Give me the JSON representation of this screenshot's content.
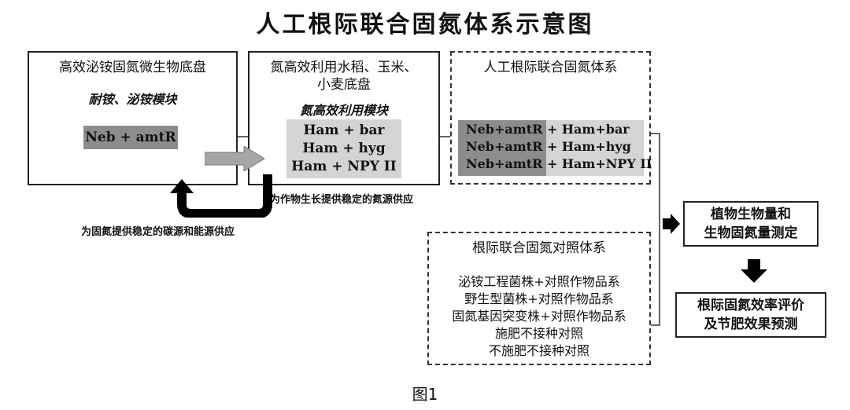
{
  "title": "人工根际联合固氮体系示意图",
  "box1": {
    "title": "高效泌铵固氮微生物底盘",
    "module": "耐铵、泌铵模块",
    "chip": "Neb + amtR"
  },
  "box2": {
    "title_lines": [
      "氮高效利用水稻、玉米、",
      "小麦底盘"
    ],
    "module": "氮高效利用模块",
    "rows": [
      "Ham + bar",
      "Ham + hyg",
      "Ham + NPY II"
    ]
  },
  "box3": {
    "title": "人工根际联合固氮体系",
    "rows": [
      "Neb+amtR + Ham+bar",
      "Neb+amtR + Ham+hyg",
      "Neb+amtR + Ham+NPY II"
    ]
  },
  "captions": {
    "to_plant": "为作物生长提供稳定的氮源供应",
    "to_microbe": "为固氮提供稳定的碳源和能源供应"
  },
  "control": {
    "title": "根际联合固氮对照体系",
    "items": [
      "泌铵工程菌株+对照作物品系",
      "野生型菌株+对照作物品系",
      "固氮基因突变株+对照作物品系",
      "施肥不接种对照",
      "不施肥不接种对照"
    ]
  },
  "result1": [
    "植物生物量和",
    "生物固氮量测定"
  ],
  "result2": [
    "根际固氮效率评价",
    "及节肥效果预测"
  ],
  "figure_label": "图1",
  "colors": {
    "dark_chip": "#8c8c8c",
    "light_chip": "#d4d4d4",
    "arrow_gray": "#a6a6a6"
  }
}
